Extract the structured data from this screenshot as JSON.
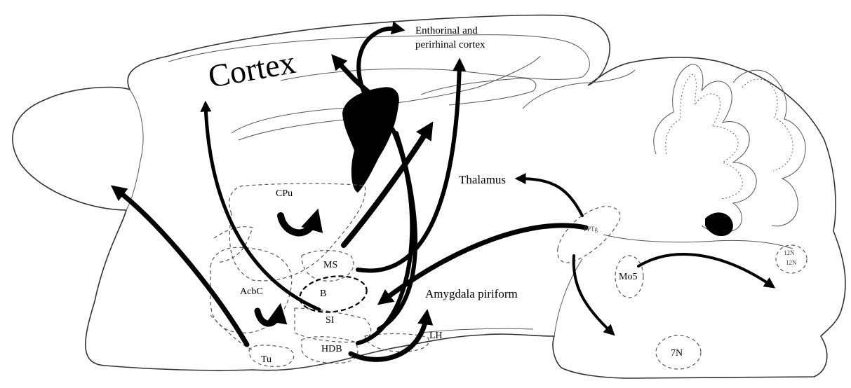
{
  "labels": {
    "cortex": "Cortex",
    "entorhinal_line1": "Enthorinal and",
    "entorhinal_line2": "perirhinal cortex",
    "thalamus": "Thalamus",
    "amygdala": "Amygdala piriform",
    "cpu": "CPu",
    "acbc": "AcbC",
    "ms": "MS",
    "b": "B",
    "si": "SI",
    "hdb": "HDB",
    "tu": "Tu",
    "lh": "LH",
    "pptg": "PPTg",
    "mo5": "Mo5",
    "seven_n": "7N",
    "twelve_n": "12N",
    "twelve_n_small": "12N"
  }
}
